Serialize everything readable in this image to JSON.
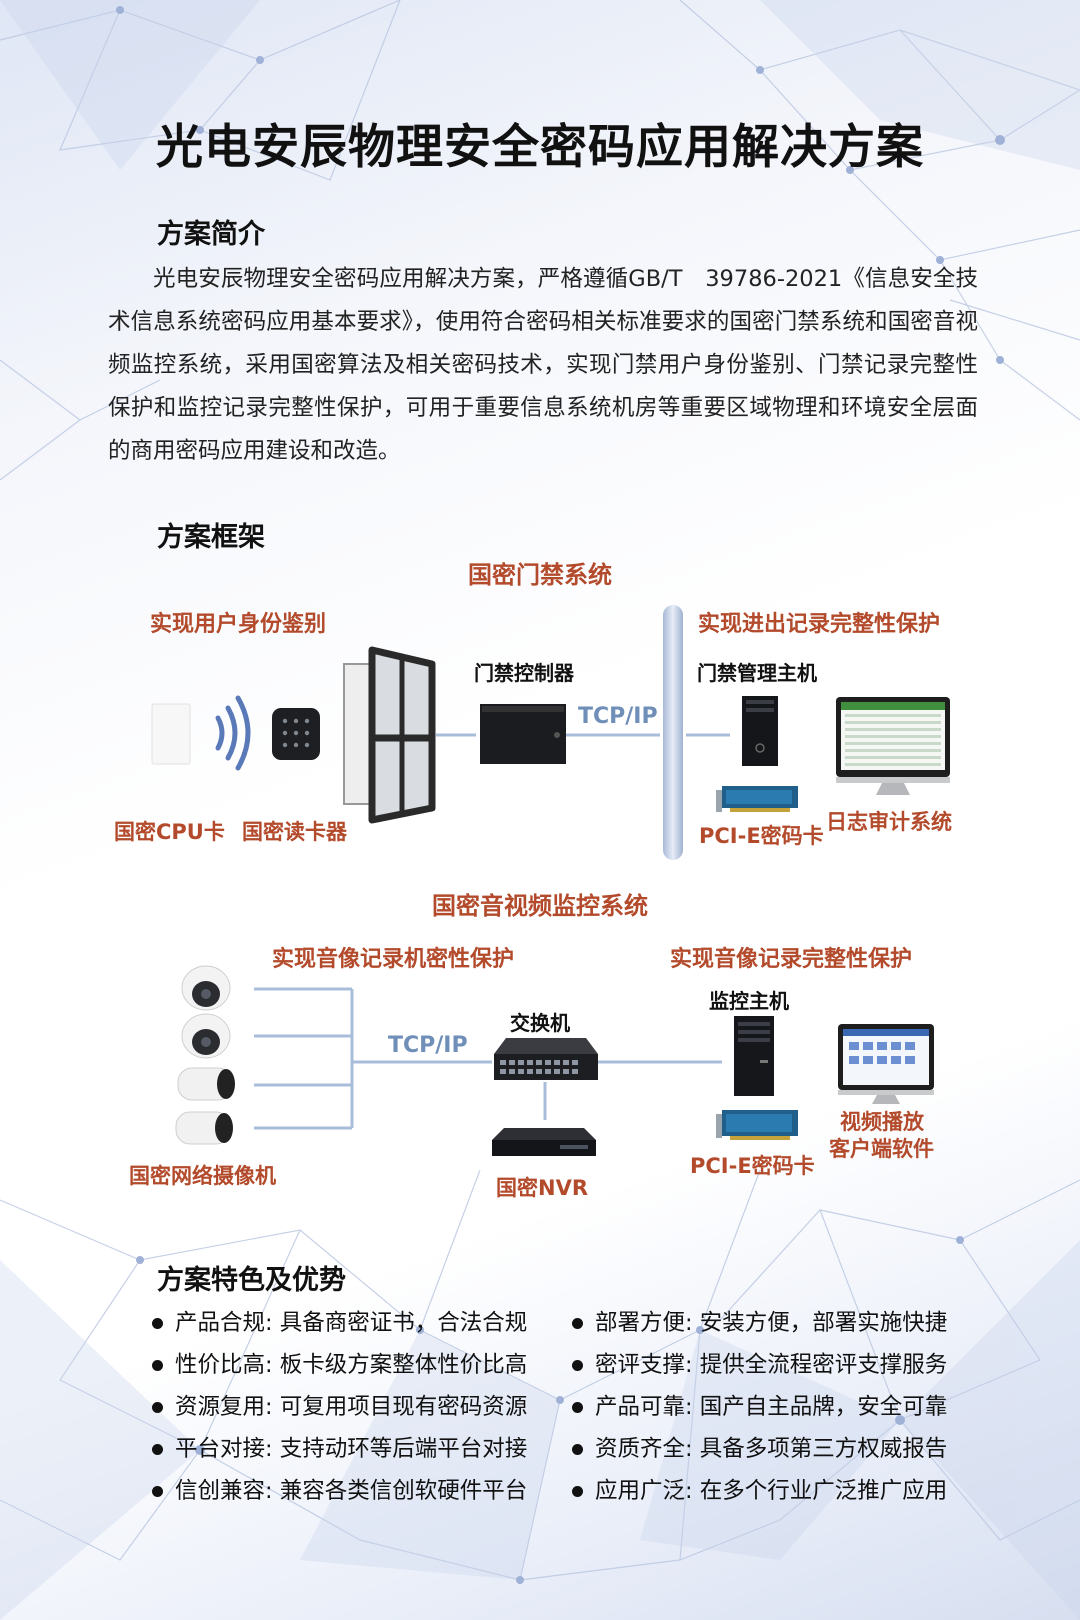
{
  "title": "光电安辰物理安全密码应用解决方案",
  "intro": {
    "heading": "方案简介",
    "text": "光电安辰物理安全密码应用解决方案，严格遵循GB/T　39786-2021《信息安全技术信息系统密码应用基本要求》，使用符合密码相关标准要求的国密门禁系统和国密音视频监控系统，采用国密算法及相关密码技术，实现门禁用户身份鉴别、门禁记录完整性保护和监控记录完整性保护，可用于重要信息系统机房等重要区域物理和环境安全层面的商用密码应用建设和改造。"
  },
  "framework": {
    "heading": "方案框架",
    "access": {
      "system_title": "国密门禁系统",
      "left_caption": "实现用户身份鉴别",
      "right_caption": "实现进出记录完整性保护",
      "controller_label": "门禁控制器",
      "protocol": "TCP/IP",
      "host_label": "门禁管理主机",
      "cpu_card_label": "国密CPU卡",
      "reader_label": "国密读卡器",
      "pcie_label": "PCI-E密码卡",
      "audit_label": "日志审计系统"
    },
    "video": {
      "system_title": "国密音视频监控系统",
      "left_caption": "实现音像记录机密性保护",
      "right_caption": "实现音像记录完整性保护",
      "switch_label": "交换机",
      "protocol": "TCP/IP",
      "host_label": "监控主机",
      "camera_label": "国密网络摄像机",
      "nvr_label": "国密NVR",
      "pcie_label": "PCI-E密码卡",
      "client_label_1": "视频播放",
      "client_label_2": "客户端软件"
    }
  },
  "features": {
    "heading": "方案特色及优势",
    "left": [
      "产品合规: 具备商密证书，合法合规",
      "性价比高: 板卡级方案整体性价比高",
      "资源复用: 可复用项目现有密码资源",
      "平台对接: 支持动环等后端平台对接",
      "信创兼容: 兼容各类信创软硬件平台"
    ],
    "right": [
      "部署方便: 安装方便，部署实施快捷",
      "密评支撑: 提供全流程密评支撑服务",
      "产品可靠: 国产自主品牌，安全可靠",
      "资质齐全: 具备多项第三方权威报告",
      "应用广泛: 在多个行业广泛推广应用"
    ]
  },
  "colors": {
    "accent_red": "#b34a2b",
    "protocol_blue": "#6f8fb8",
    "line_blue": "#a9bcd9"
  }
}
